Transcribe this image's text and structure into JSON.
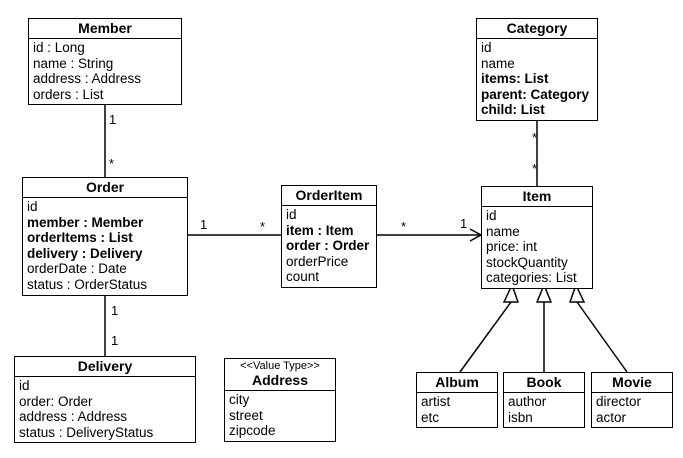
{
  "classes": {
    "member": {
      "title": "Member",
      "attrs": [
        "id : Long",
        "name : String",
        "address : Address",
        "orders : List"
      ]
    },
    "category": {
      "title": "Category",
      "attrs": [
        "id",
        "name",
        "items: List",
        "parent: Category",
        "child: List"
      ]
    },
    "order": {
      "title": "Order",
      "attrs": [
        "id",
        "member : Member",
        "orderItems : List",
        "delivery : Delivery",
        "orderDate : Date",
        "status : OrderStatus"
      ]
    },
    "orderitem": {
      "title": "OrderItem",
      "attrs": [
        "id",
        "item : Item",
        "order : Order",
        "orderPrice",
        "count"
      ]
    },
    "item": {
      "title": "Item",
      "attrs": [
        "id",
        "name",
        "price: int",
        "stockQuantity",
        "categories: List"
      ]
    },
    "delivery": {
      "title": "Delivery",
      "attrs": [
        "id",
        "order: Order",
        "address : Address",
        "status : DeliveryStatus"
      ]
    },
    "address": {
      "stereotype": "<<Value Type>>",
      "title": "Address",
      "attrs": [
        "city",
        "street",
        "zipcode"
      ]
    },
    "album": {
      "title": "Album",
      "attrs": [
        "artist",
        "etc"
      ]
    },
    "book": {
      "title": "Book",
      "attrs": [
        "author",
        "isbn"
      ]
    },
    "movie": {
      "title": "Movie",
      "attrs": [
        "director",
        "actor"
      ]
    }
  },
  "multiplicities": {
    "member_order_top": "1",
    "member_order_bottom": "*",
    "order_orderitem_left": "1",
    "order_orderitem_right": "*",
    "orderitem_item_left": "*",
    "orderitem_item_right": "1",
    "category_item_top": "*",
    "category_item_bottom": "*",
    "order_delivery_top": "1",
    "order_delivery_bottom": "1"
  }
}
